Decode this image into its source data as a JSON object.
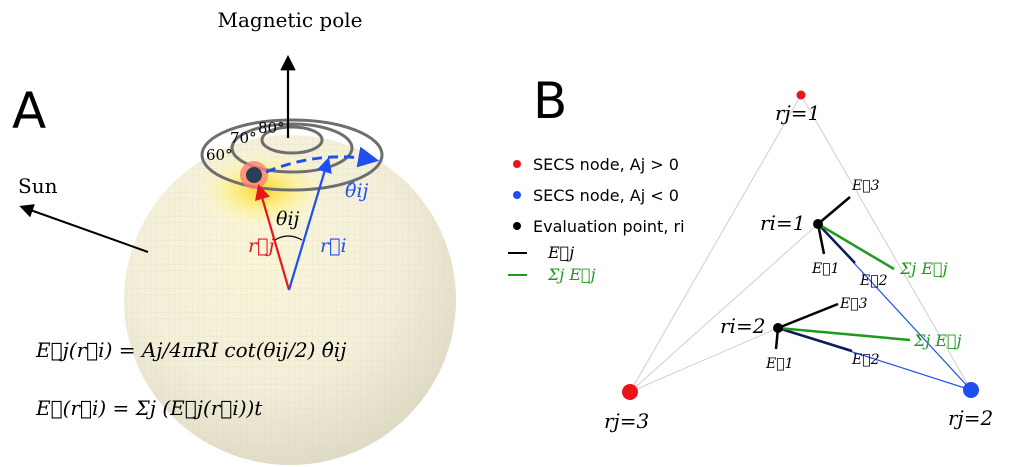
{
  "panel_a": {
    "letter": "A",
    "pole_label": "Magnetic pole",
    "sun_label": "Sun",
    "latitudes": [
      "60°",
      "70°",
      "80°"
    ],
    "vec_rj": "r⃗j",
    "vec_ri": "r⃗i",
    "theta": "θij",
    "theta_hat": "θ̂ij",
    "eq1": "E⃗j(r⃗i) = Aj/4πRI cot(θij/2) θ̂ij",
    "eq2": "E⃗(r⃗i) = Σj (E⃗j(r⃗i))t"
  },
  "panel_b": {
    "letter": "B",
    "legend": [
      {
        "label": "SECS node, Aj > 0",
        "color": "#e8151b"
      },
      {
        "label": "SECS node, Aj < 0",
        "color": "#1f4ff0"
      },
      {
        "label": "Evaluation point, ri",
        "color": "#000000"
      },
      {
        "label": "E⃗j",
        "color": "#000000"
      },
      {
        "label": "Σj E⃗j",
        "color": "#1f9a1f"
      }
    ],
    "nodes": {
      "rj1": "rj=1",
      "rj2": "rj=2",
      "rj3": "rj=3",
      "ri1": "ri=1",
      "ri2": "ri=2"
    },
    "vectors": {
      "E1": "E⃗1",
      "E2": "E⃗2",
      "E3": "E⃗3",
      "sum": "Σj E⃗j"
    }
  },
  "colors": {
    "positive": "#e8151b",
    "negative": "#1f4ff0",
    "sum": "#1f9a1f"
  }
}
